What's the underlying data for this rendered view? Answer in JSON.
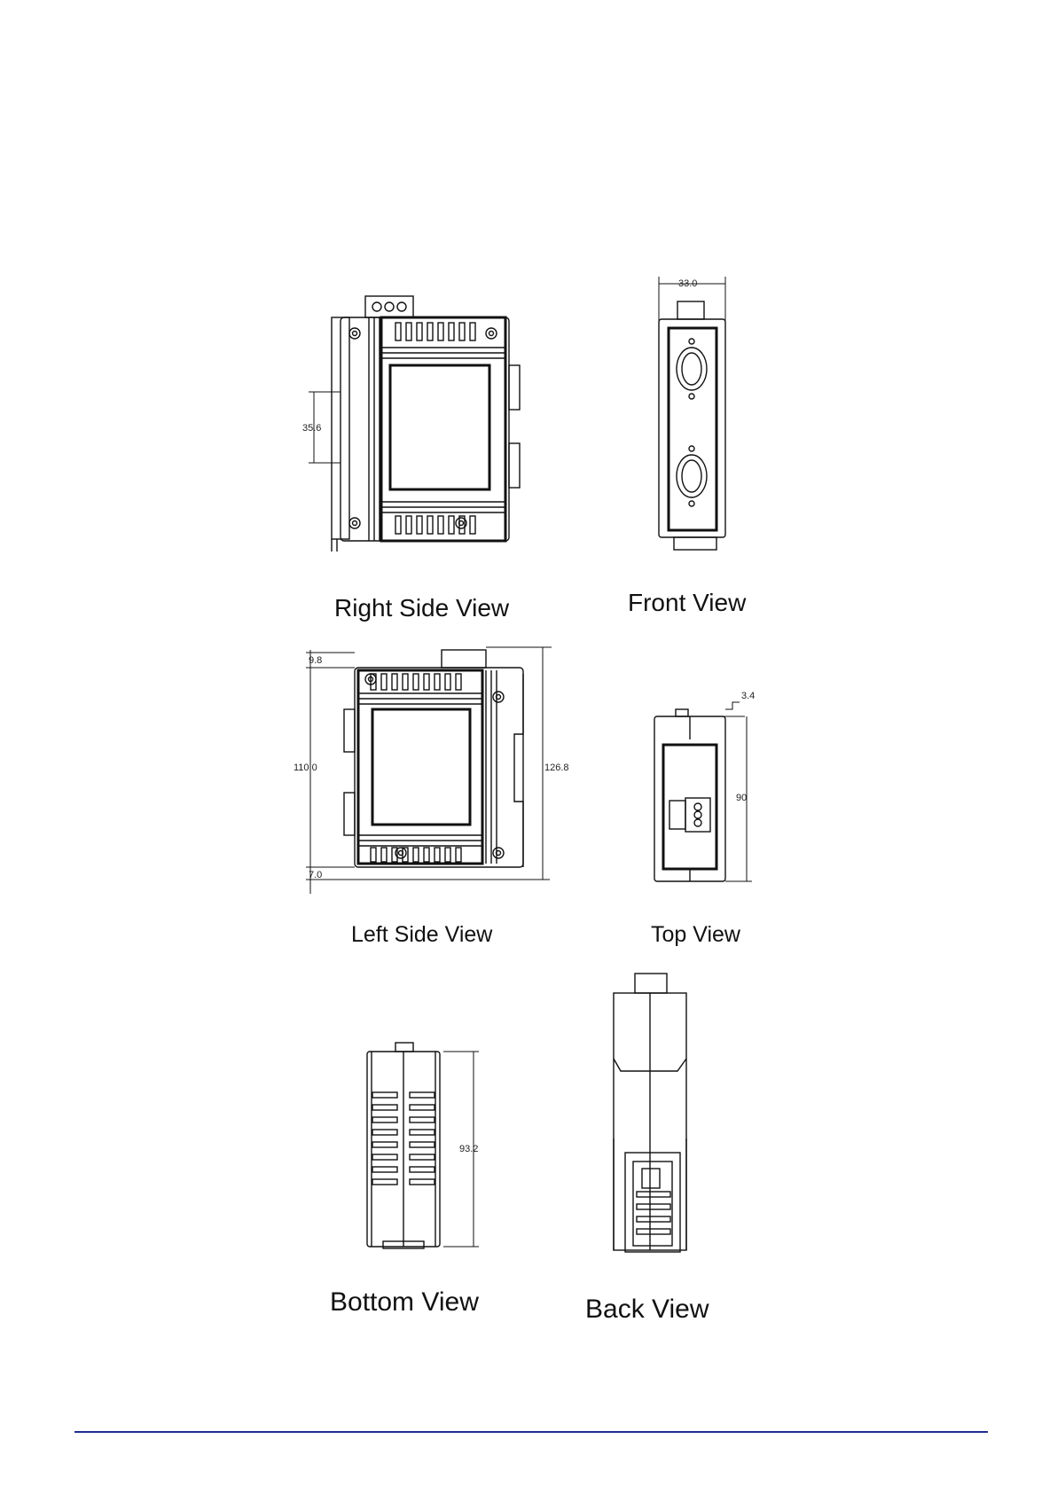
{
  "views": {
    "right_side": {
      "caption": "Right Side View",
      "dim_height": "35.6"
    },
    "front": {
      "caption": "Front View",
      "dim_width": "33.0"
    },
    "left_side": {
      "caption": "Left Side View",
      "dim_top": "9.8",
      "dim_mid": "110.0",
      "dim_bottom": "7.0",
      "dim_total": "126.8"
    },
    "top": {
      "caption": "Top View",
      "dim_small": "3.4",
      "dim_height": "90"
    },
    "bottom": {
      "caption": "Bottom View",
      "dim_height": "93.2"
    },
    "back": {
      "caption": "Back View"
    }
  },
  "colors": {
    "line": "#111111",
    "footer_rule": "#1f2d8f"
  }
}
